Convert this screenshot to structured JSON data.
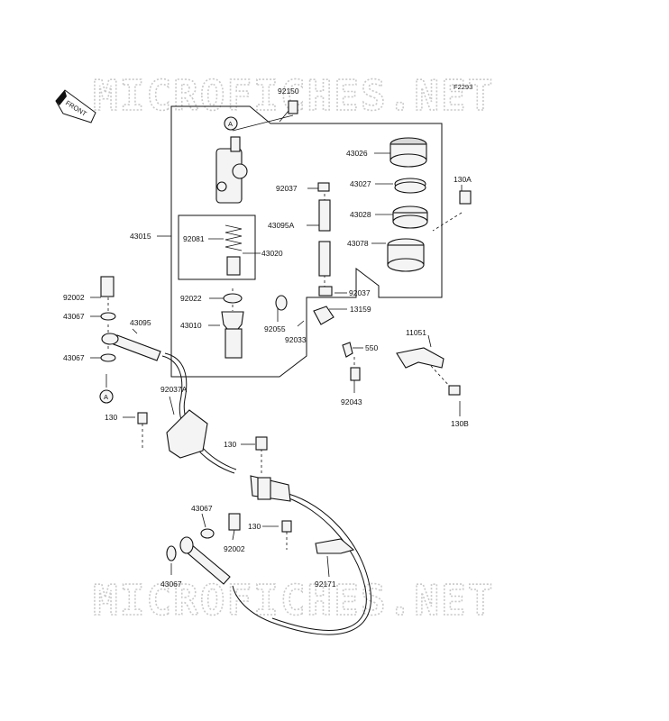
{
  "figure_code": "F2293",
  "front_label": "FRONT",
  "watermark": "MICROFICHES.NET",
  "ref_marker": "A",
  "parts": {
    "p92150": "92150",
    "p43026": "43026",
    "p43027": "43027",
    "p43028": "43028",
    "p130A": "130A",
    "p92037_top": "92037",
    "p43095A": "43095A",
    "p43015": "43015",
    "p92081": "92081",
    "p43020": "43020",
    "p43078": "43078",
    "p92002_top": "92002",
    "p92022": "92022",
    "p92037_mid": "92037",
    "p43067_a": "43067",
    "p43095": "43095",
    "p43010": "43010",
    "p92055": "92055",
    "p92033": "92033",
    "p13159": "13159",
    "p11051": "11051",
    "p43067_b": "43067",
    "p550": "550",
    "p92043": "92043",
    "p92037A": "92037A",
    "p130_a": "130",
    "p130B": "130B",
    "p130_b": "130",
    "p43067_c": "43067",
    "p130_c": "130",
    "p92002_bot": "92002",
    "p43067_d": "43067",
    "p92171": "92171"
  }
}
